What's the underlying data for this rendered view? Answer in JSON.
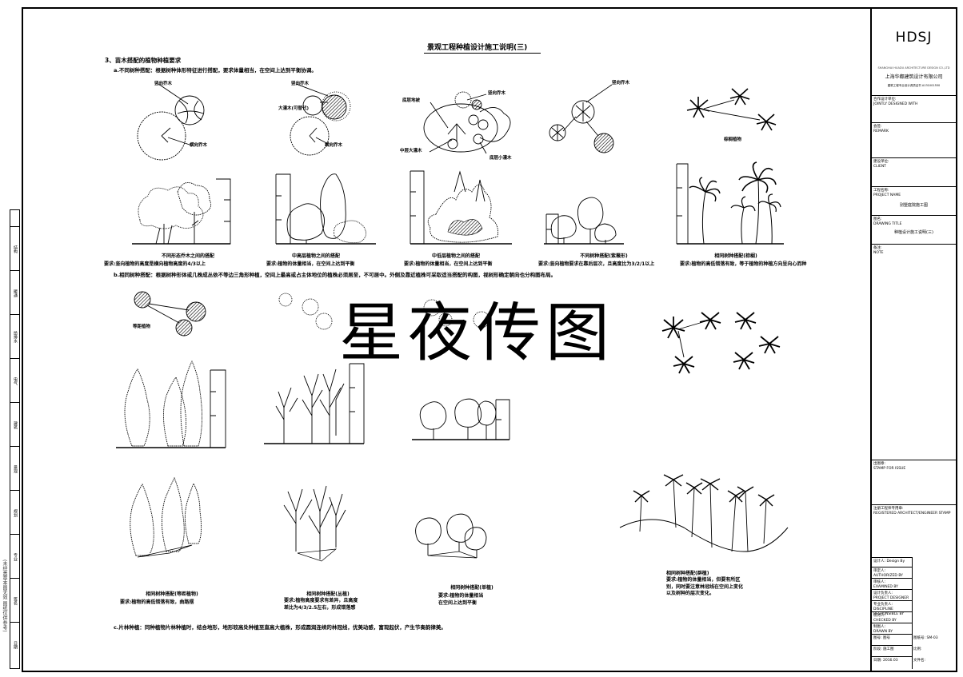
{
  "title": "景观工程种植设计施工说明(三)",
  "section_heading": "3、苗木搭配的植物种植要求",
  "sub_a": "a.不同树种搭配：根据树种体形特征进行搭配，要求体量相当，在空间上达到平衡协调。",
  "sub_b": "b.相同树种搭配：根据树种形体或几株成丛依不等边三角形种植，空间上最高或占主体地位的植株必须居至，不可居中。外侧及靠近植株可采取适当搭配的构图，视树形确定朝向也分构图布局。",
  "sub_c": "c.片林种植：同种植物片林种植时，结合地形，地形较高处种植至直高大植株，形成圆润连续的林冠线，优美动感，富现起伏，产生节奏韵律美。",
  "labels": {
    "upright_tree": "竖向乔木",
    "spreading_tree": "横向乔木",
    "large_shrub": "大灌木(可替代)",
    "ground_cover": "底层地被",
    "mid_shrub": "中层大灌木",
    "low_shrub": "底层小灌木",
    "palm": "棕榈植物",
    "group_plant": "等距植物"
  },
  "captions_row1": [
    {
      "title": "不同形态乔木之间的搭配",
      "desc": "要求:竖向植物的高度是横向植物高度的4/3以上"
    },
    {
      "title": "中高层植物之间的搭配",
      "desc": "要求:植物的体量相当，在空间上达到平衡"
    },
    {
      "title": "中低层植物之间的搭配",
      "desc": "要求:植物的体量相当，在空间上达到平衡"
    },
    {
      "title": "不同树种搭配(紫薇形)",
      "desc": "要求:竖向植物要求在靠后层次，且高度比为3/2/1以上"
    },
    {
      "title": "相同树种搭配(棕榈)",
      "desc": "要求:植物的高低错落有致，等于植物的种植方向呈向心而种"
    }
  ],
  "captions_row3": [
    {
      "title": "相同树种搭配(等距植物)",
      "desc": "要求:植物的高低错落有致，曲路摆"
    },
    {
      "title": "相同树种搭配(丛植)",
      "desc": "要求:植物高度要求有差异，且高度\n差比为4/3/2.5左右，形成错落感"
    },
    {
      "title": "相同树种搭配(单植)",
      "desc": "要求:植物的体量相当\n在空间上达到平衡"
    },
    {
      "title": "相同树种搭配(群植)",
      "desc": "要求:植物的体量相当，但要有所区\n别，同时要注意林冠线在空间上变化\n以及树种的层次变化。"
    }
  ],
  "watermark": "星夜传图",
  "titleblock": {
    "logo": "HDSJ",
    "company_en": "SHANGHAI HUADU ARCHITECTURE DESIGN CO.,LTD",
    "company": "上海华都建筑设计有限公司",
    "cert": "建筑工程专业设计资质证书  A131001550",
    "coop_label": "合作设计单位:",
    "coop_en": "JOINTLY DESIGNED WITH",
    "sign_label": "会签:",
    "sign_en": "REMARK",
    "client_label": "建设单位:",
    "client_en": "CLIENT",
    "project_label": "工程名称:",
    "project_en": "PROJECT NAME",
    "project_value": "别墅庭院施工图",
    "drawing_label": "图名:",
    "drawing_en": "DRAWING TITLE",
    "drawing_value": "种植设计施工说明(三)",
    "notes_label": "备注:",
    "notes_en": "NOTE",
    "stamp_label": "出图章:",
    "stamp_en": "STAMP FOR ISSUE",
    "reg_label": "注册工程师专用章:",
    "reg_en": "REGISTERED ARCHITECT/ENGINEER STAMP",
    "rows": [
      {
        "label": "设计人:",
        "en": "Design By"
      },
      {
        "label": "审定人:",
        "en": "AUTHORIZED BY"
      },
      {
        "label": "审核人:",
        "en": "EXAMINED BY"
      },
      {
        "label": "设计负责人:",
        "en": "PROJECT DESIGNER"
      },
      {
        "label": "专业负责人:",
        "en": "DISCIPLINE RESPONSIBLE BY"
      },
      {
        "label": "校对人:",
        "en": "CHECKED BY"
      },
      {
        "label": "制图人:",
        "en": "DRAWN BY"
      }
    ],
    "bottom": {
      "stage_label": "图号:",
      "stage_value": "图号",
      "sheet_label": "图纸号:",
      "sheet_value": "SM-03",
      "phase_label": "阶段:",
      "phase_value": "施工图",
      "ratio_label": "比例:",
      "date_label": "日期:",
      "date_value": "2016.03",
      "file_label": "文件名:"
    }
  },
  "left_strip": [
    "结构",
    "暖通",
    "给排水",
    "电气",
    "建筑",
    "景观",
    "规划",
    "专业",
    "签名",
    "日期"
  ],
  "left_vertical": "(未经盖章本图无效  图纸仅供参考)"
}
